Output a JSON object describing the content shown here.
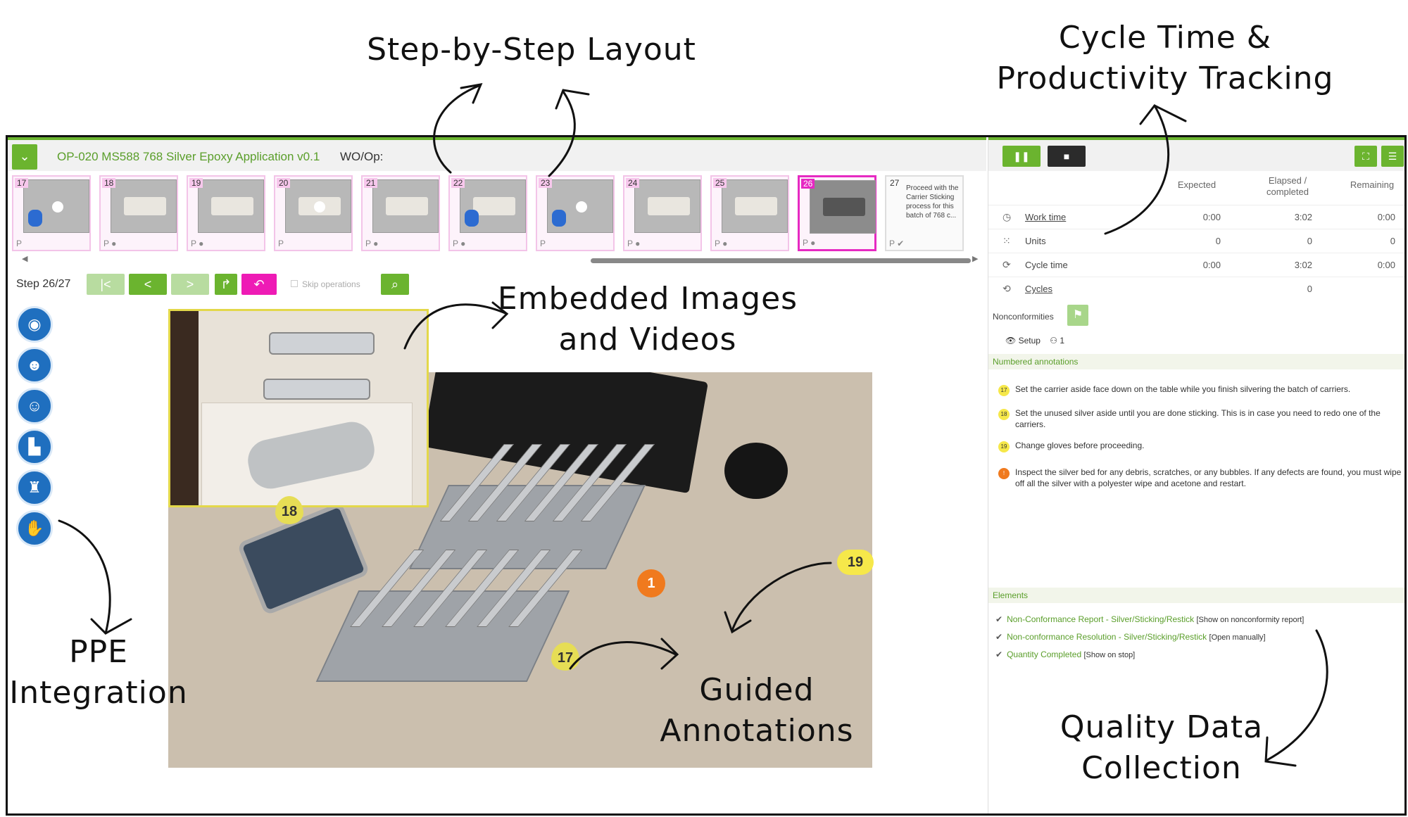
{
  "callouts": {
    "step_layout": "Step-by-Step Layout",
    "cycle_time": "Cycle Time &",
    "productivity": "Productivity Tracking",
    "embedded_1": "Embedded Images",
    "embedded_2": "and Videos",
    "ppe_1": "PPE",
    "ppe_2": "Integration",
    "guided_1": "Guided",
    "guided_2": "Annotations",
    "quality_1": "Quality Data",
    "quality_2": "Collection"
  },
  "app": {
    "menu_icon": "chevron-down-icon",
    "title": "OP-020 MS588 768 Silver Epoxy Application v0.1",
    "wo_op": "WO/Op:"
  },
  "thumbs": [
    {
      "num": "17",
      "foot": "P"
    },
    {
      "num": "18",
      "foot": "P ●"
    },
    {
      "num": "19",
      "foot": "P ●"
    },
    {
      "num": "20",
      "foot": "P"
    },
    {
      "num": "21",
      "foot": "P ●"
    },
    {
      "num": "22",
      "foot": "P ●"
    },
    {
      "num": "23",
      "foot": "P"
    },
    {
      "num": "24",
      "foot": "P ●"
    },
    {
      "num": "25",
      "foot": "P ●"
    },
    {
      "num": "26",
      "foot": "P ●"
    },
    {
      "num": "27",
      "foot": "P ✔",
      "text": "Proceed with the Carrier Sticking process for this batch of 768 c..."
    }
  ],
  "step_nav": {
    "step_label": "Step 26/27",
    "first": "|<",
    "prev": "<",
    "next": ">",
    "redo": "↱",
    "undo": "↶",
    "skip": "Skip operations",
    "zoom": "⌕"
  },
  "ppe_icons": [
    "safety-glasses-icon",
    "face-shield-icon",
    "respirator-icon",
    "safety-boots-icon",
    "protective-suit-icon",
    "gloves-icon"
  ],
  "markers": {
    "m18": "18",
    "m19": "19",
    "m1": "1",
    "m17": "17"
  },
  "right": {
    "pause": "❚❚",
    "stop": "■",
    "headers": {
      "expected": "Expected",
      "elapsed": "Elapsed /",
      "elapsed2": "completed",
      "remaining": "Remaining"
    },
    "rows": [
      {
        "label": "Work time",
        "expected": "0:00",
        "elapsed": "3:02",
        "remaining": "0:00"
      },
      {
        "label": "Units",
        "expected": "0",
        "elapsed": "0",
        "remaining": "0"
      },
      {
        "label": "Cycle time",
        "expected": "0:00",
        "elapsed": "3:02",
        "remaining": "0:00"
      },
      {
        "label": "Cycles",
        "expected": "",
        "elapsed": "0",
        "remaining": ""
      }
    ],
    "nonconformities": "Nonconformities",
    "setup": "Setup",
    "setup_count": "1",
    "numbered_annotations": "Numbered annotations",
    "annotations": [
      {
        "n": "17",
        "text": "Set the carrier aside face down on the table while you finish silvering the batch of carriers."
      },
      {
        "n": "18",
        "text": "Set the unused silver aside until you are done sticking. This is in case you need to redo one of the carriers."
      },
      {
        "n": "19",
        "text": "Change gloves before proceeding."
      },
      {
        "n": "!",
        "text": "Inspect the silver bed for any debris, scratches, or any bubbles. If any defects are found, you must wipe off all the silver with a polyester wipe and acetone and restart."
      }
    ],
    "elements_title": "Elements",
    "elements": [
      {
        "link": "Non-Conformance Report - Silver/Sticking/Restick",
        "note": "[Show on nonconformity report]"
      },
      {
        "link": "Non-conformance Resolution - Silver/Sticking/Restick",
        "note": "[Open manually]"
      },
      {
        "link": "Quantity Completed",
        "note": "[Show on stop]"
      }
    ]
  }
}
